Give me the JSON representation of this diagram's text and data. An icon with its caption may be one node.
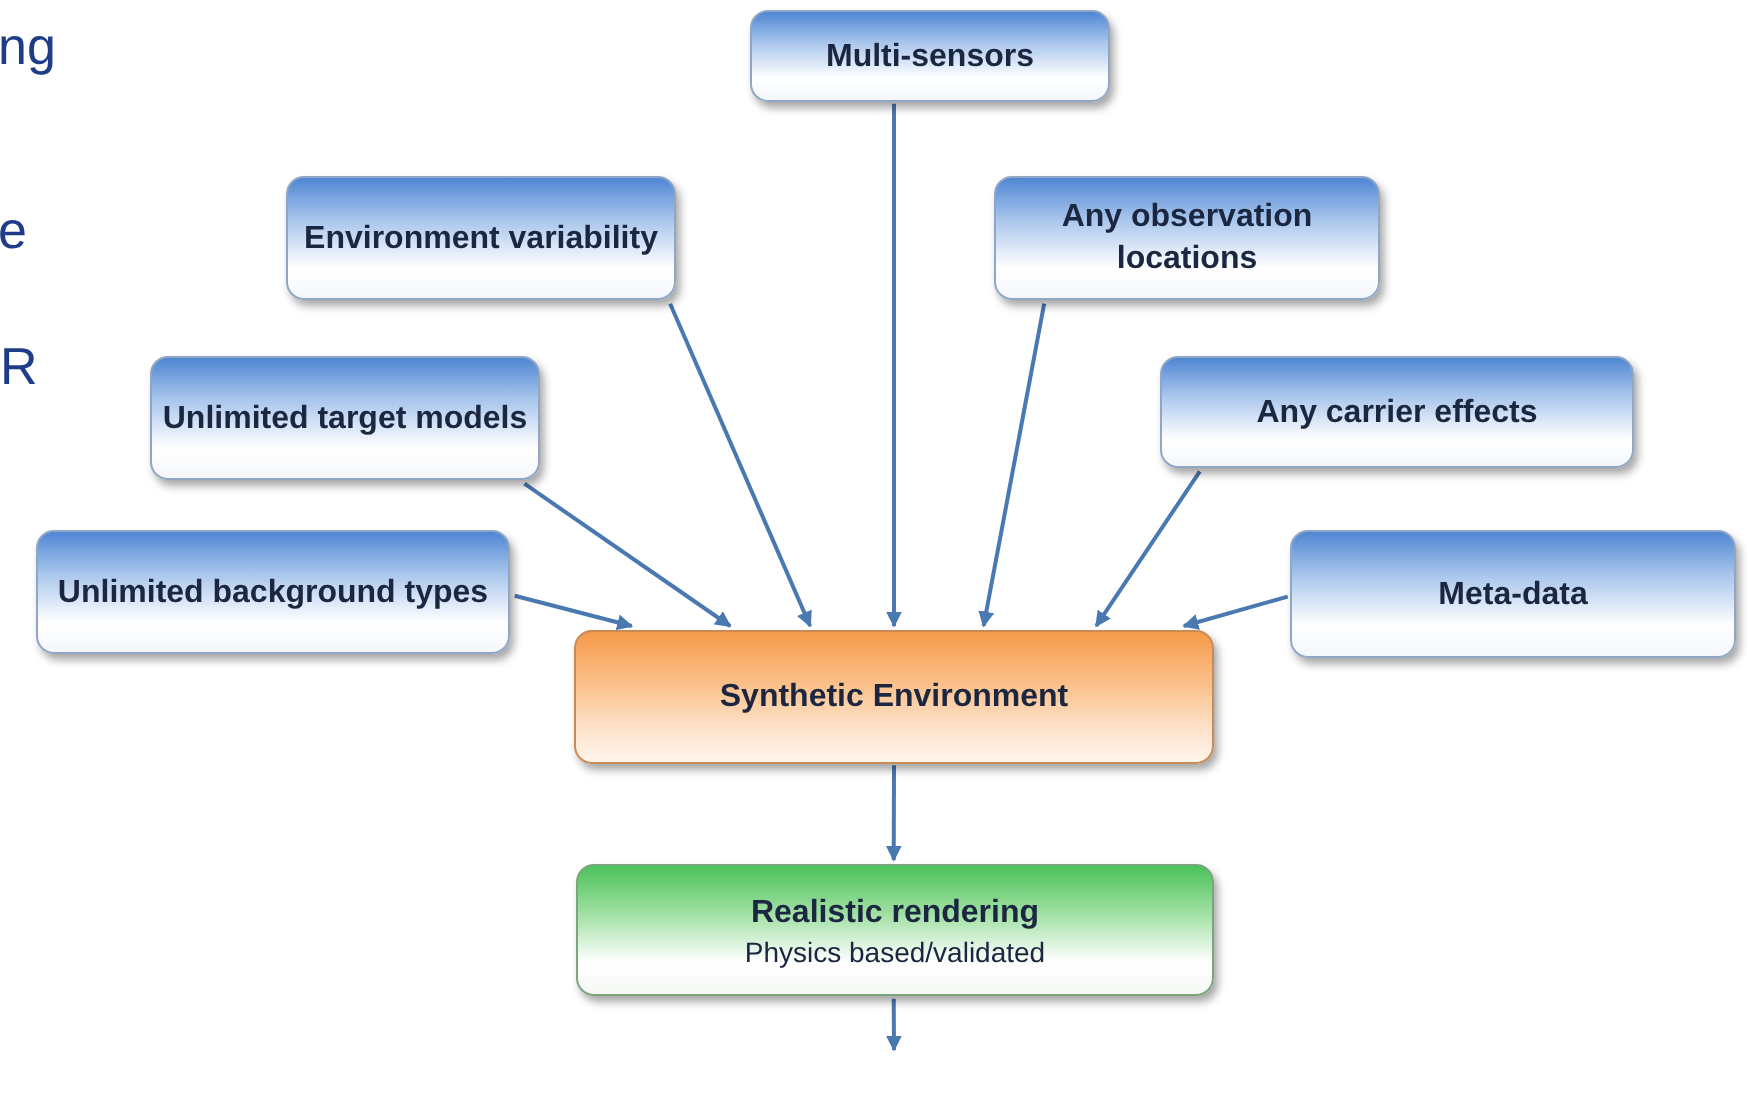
{
  "diagram": {
    "nodes": [
      {
        "text": [
          "Multi-sensors"
        ]
      },
      {
        "text": [
          "Environment variability"
        ]
      },
      {
        "text": [
          "Any observation locations"
        ]
      },
      {
        "text": [
          "Unlimited target models"
        ]
      },
      {
        "text": [
          "Any carrier effects"
        ]
      },
      {
        "text": [
          "Unlimited background types"
        ]
      },
      {
        "text": [
          "Meta-data"
        ]
      },
      {
        "text": [
          "Synthetic Environment"
        ]
      },
      {
        "text": [
          "Realistic rendering",
          "Physics based/validated"
        ]
      }
    ],
    "edges": [
      {
        "from": 0,
        "to": 7,
        "arrow": "to"
      },
      {
        "from": 1,
        "to": 7,
        "arrow": "to"
      },
      {
        "from": 2,
        "to": 7,
        "arrow": "to"
      },
      {
        "from": 3,
        "to": 7,
        "arrow": "to"
      },
      {
        "from": 4,
        "to": 7,
        "arrow": "to"
      },
      {
        "from": 5,
        "to": 7,
        "arrow": "to"
      },
      {
        "from": 6,
        "to": 7,
        "arrow": "to"
      },
      {
        "from": 7,
        "to": 8,
        "arrow": "to"
      },
      {
        "from": 8,
        "to": null,
        "arrow": "to"
      }
    ],
    "labels": [
      "ng",
      "e",
      "R"
    ]
  }
}
